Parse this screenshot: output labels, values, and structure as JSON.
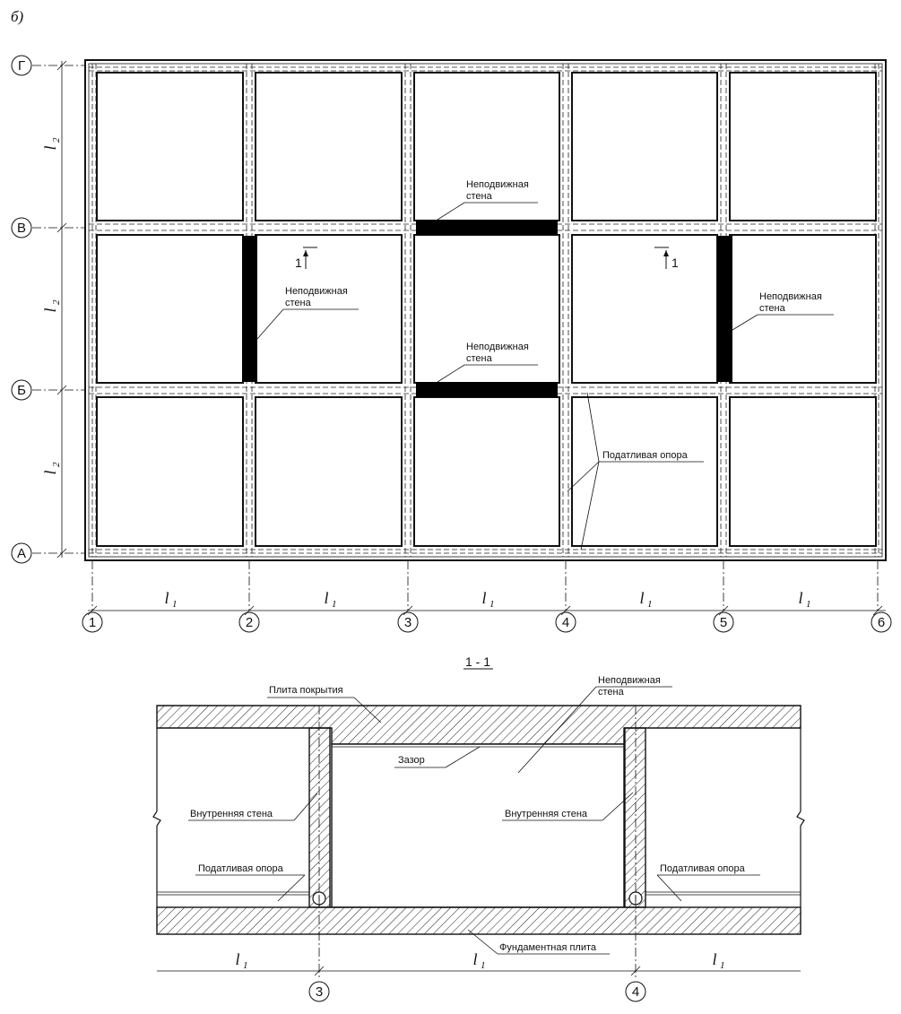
{
  "figure_label": "б)",
  "plan": {
    "axes_letters": [
      "Г",
      "В",
      "Б",
      "А"
    ],
    "axes_numbers": [
      "1",
      "2",
      "3",
      "4",
      "5",
      "6"
    ],
    "dim_x": {
      "letter": "l",
      "sub": "1"
    },
    "dim_y": {
      "letter": "l",
      "sub": "2"
    },
    "section_mark": "1",
    "labels": {
      "fixed_wall_line1": "Неподвижная",
      "fixed_wall_line2": "стена",
      "pliable_support": "Податливая опора"
    }
  },
  "section": {
    "title": "1 - 1",
    "labels": {
      "roof_slab": "Плита покрытия",
      "fixed_wall_line1": "Неподвижная",
      "fixed_wall_line2": "стена",
      "gap": "Зазор",
      "inner_wall_left": "Внутренняя стена",
      "inner_wall_right": "Внутренняя стена",
      "pliable_left": "Податливая опора",
      "pliable_right": "Податливая опора",
      "foundation_slab": "Фундаментная плита"
    },
    "axis_left": "3",
    "axis_right": "4"
  },
  "colors": {
    "ink": "#111111",
    "fill_black": "#000000"
  }
}
